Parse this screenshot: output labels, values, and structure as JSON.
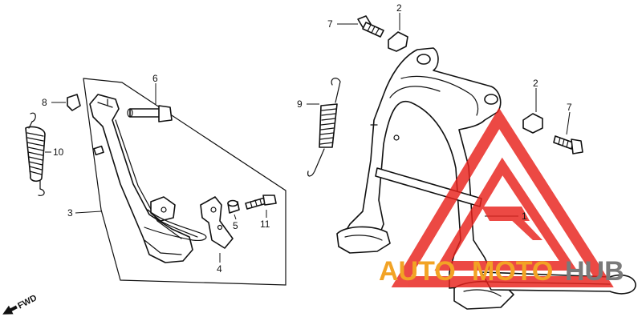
{
  "callouts": [
    {
      "id": "1",
      "label": "1"
    },
    {
      "id": "2a",
      "label": "2"
    },
    {
      "id": "2b",
      "label": "2"
    },
    {
      "id": "3",
      "label": "3"
    },
    {
      "id": "4",
      "label": "4"
    },
    {
      "id": "5",
      "label": "5"
    },
    {
      "id": "6",
      "label": "6"
    },
    {
      "id": "7a",
      "label": "7"
    },
    {
      "id": "7b",
      "label": "7"
    },
    {
      "id": "8",
      "label": "8"
    },
    {
      "id": "9",
      "label": "9"
    },
    {
      "id": "10",
      "label": "10"
    },
    {
      "id": "11",
      "label": "11"
    }
  ],
  "direction": {
    "label": "FWD"
  },
  "watermark": {
    "word1": "AUTO",
    "word2": "MOTO",
    "word3": "HUB",
    "colors": {
      "red": "#e8221c",
      "orange": "#f2a325",
      "gray": "#7a7a7a"
    }
  }
}
